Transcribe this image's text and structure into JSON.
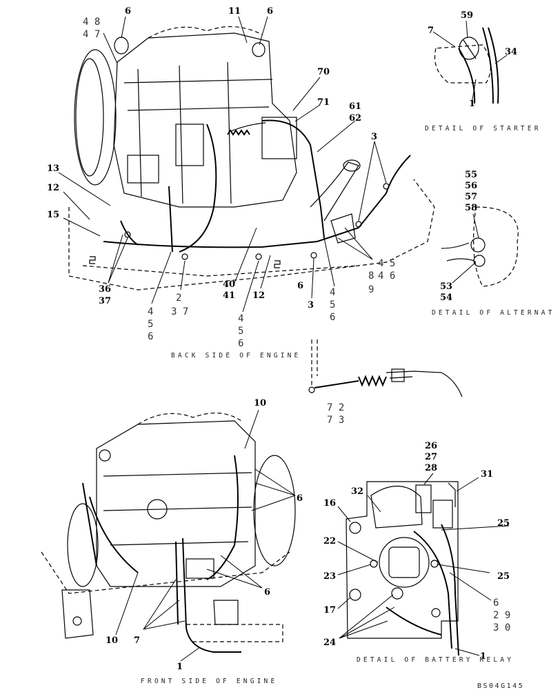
{
  "captions": {
    "starter": "DETAIL OF STARTER",
    "alternator": "DETAIL OF ALTERNAT",
    "back": "BACK SIDE OF ENGINE",
    "front": "FRONT SIDE OF ENGINE",
    "relay": "DETAIL OF BATTERY RELAY",
    "drawing_id": "BS04G145"
  },
  "callouts": {
    "b6a": "6",
    "b11": "11",
    "b6b": "6",
    "b48": "4 8",
    "b47": "4 7",
    "b70": "70",
    "b71": "71",
    "b61": "61",
    "b62": "62",
    "b3a": "3",
    "b13": "13",
    "b12a": "12",
    "b15": "15",
    "b36": "36",
    "b37": "37",
    "b456a_1": "4",
    "b456a_2": "5",
    "b456a_3": "6",
    "b2": "2",
    "b37n": "3 7",
    "b40": "40",
    "b41": "41",
    "b12b": "12",
    "b456b_1": "4",
    "b456b_2": "5",
    "b456b_3": "6",
    "b6c": "6",
    "b3b": "3",
    "b456c_1": "4",
    "b456c_2": "5",
    "b456c_3": "6",
    "b45": "4 5",
    "b46": "4 6",
    "b8": "8",
    "b9": "9",
    "b72": "7 2",
    "b73": "7 3",
    "s59": "59",
    "s7": "7",
    "s34": "34",
    "s1": "1",
    "a55": "55",
    "a56": "56",
    "a57": "57",
    "a58": "58",
    "a53": "53",
    "a54": "54",
    "f10a": "10",
    "f6a": "6",
    "f6b": "6",
    "f10b": "10",
    "f7": "7",
    "f1": "1",
    "r26": "26",
    "r27": "27",
    "r28": "28",
    "r31": "31",
    "r32": "32",
    "r16": "16",
    "r25a": "25",
    "r22": "22",
    "r23": "23",
    "r25b": "25",
    "r6": "6",
    "r29": "2 9",
    "r30": "3 0",
    "r17": "17",
    "r24": "24",
    "r1": "1"
  }
}
